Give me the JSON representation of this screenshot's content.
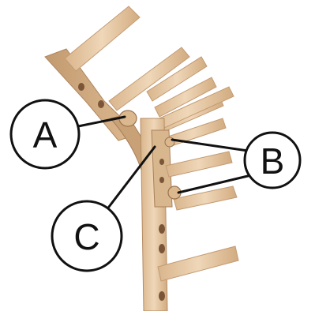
{
  "callouts": {
    "a": "A",
    "b": "B",
    "c": "C"
  },
  "colors": {
    "wood_light": "#ecd3b3",
    "wood_mid": "#dcb88f",
    "wood_dark": "#b48a63",
    "wood_shadow": "#8f6947",
    "hole": "#7a5537",
    "line": "#111111",
    "background": "#ffffff"
  }
}
